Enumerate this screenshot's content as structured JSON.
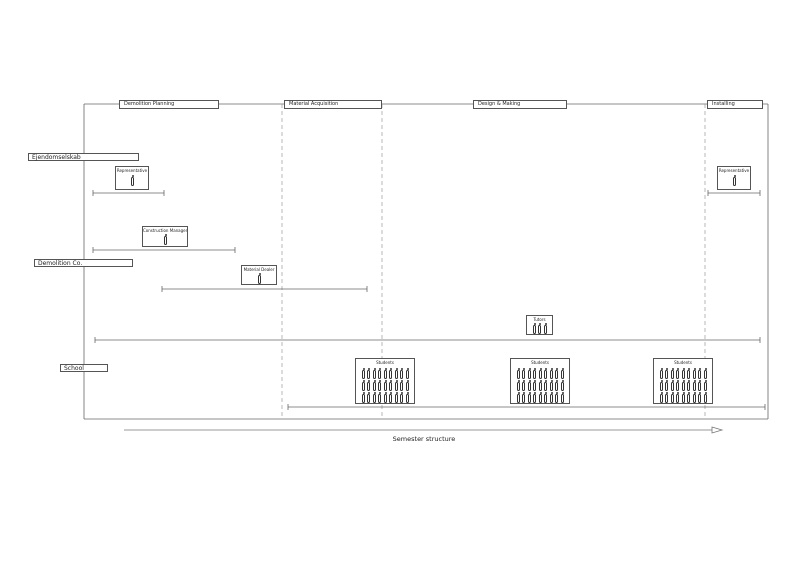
{
  "phases": [
    {
      "id": "demolition",
      "label": "Demolition Planning"
    },
    {
      "id": "material",
      "label": "Material Acquisition"
    },
    {
      "id": "design",
      "label": "Design & Making"
    },
    {
      "id": "installing",
      "label": "Installing"
    }
  ],
  "stakeholders": [
    {
      "id": "ejendom",
      "label": "Ejendomselskab"
    },
    {
      "id": "demolition",
      "label": "Demolition Co."
    },
    {
      "id": "school",
      "label": "School"
    }
  ],
  "actors": {
    "representative_1": {
      "label": "Representative",
      "figures": 1
    },
    "construction_manager": {
      "label": "Construction Manager",
      "figures": 1
    },
    "material_dealer": {
      "label": "Material Dealer",
      "figures": 1
    },
    "tutors": {
      "label": "Tutors",
      "figures": 3
    },
    "students_1": {
      "label": "Students",
      "figures": 27
    },
    "students_2": {
      "label": "Students",
      "figures": 27
    },
    "students_3": {
      "label": "Students",
      "figures": 27
    },
    "representative_2": {
      "label": "Representative",
      "figures": 1
    }
  },
  "axis": {
    "label": "Semester structure"
  },
  "colors": {
    "line": "#555555",
    "dashed": "#9a9a9a",
    "background": "#ffffff"
  }
}
